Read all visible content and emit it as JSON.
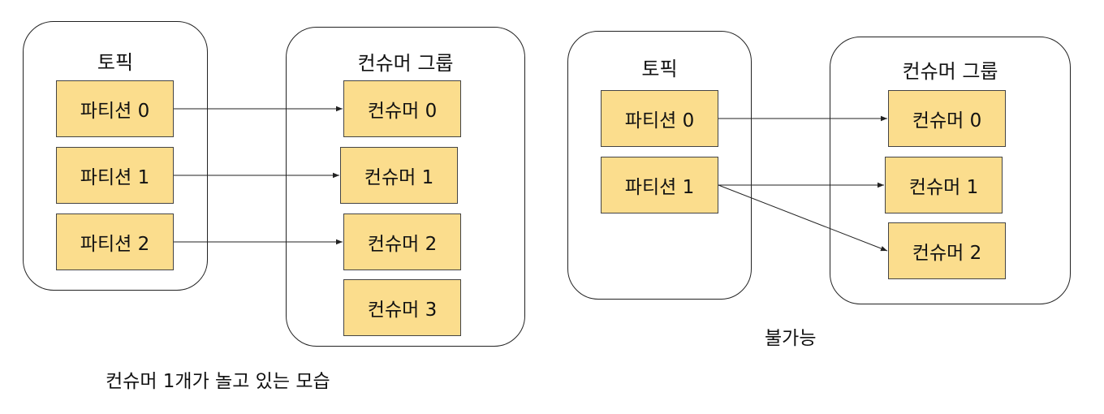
{
  "left": {
    "topic": {
      "title": "토픽",
      "partitions": [
        "파티션 0",
        "파티션 1",
        "파티션 2"
      ]
    },
    "consumer_group": {
      "title": "컨슈머 그룹",
      "consumers": [
        "컨슈머 0",
        "컨슈머 1",
        "컨슈머 2",
        "컨슈머 3"
      ]
    },
    "caption": "컨슈머 1개가 놀고 있는 모습"
  },
  "right": {
    "topic": {
      "title": "토픽",
      "partitions": [
        "파티션 0",
        "파티션 1"
      ]
    },
    "consumer_group": {
      "title": "컨슈머 그룹",
      "consumers": [
        "컨슈머 0",
        "컨슈머 1",
        "컨슈머 2"
      ]
    },
    "caption": "불가능"
  },
  "colors": {
    "box_fill": "#fbdd8d",
    "line": "#222222"
  }
}
